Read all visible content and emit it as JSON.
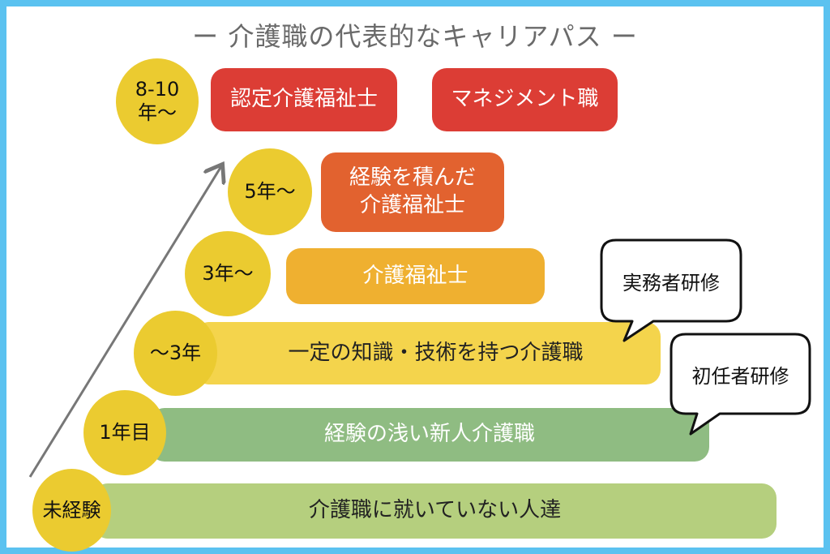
{
  "title": "ー 介護職の代表的なキャリアパス ー",
  "levels": [
    {
      "period": "8-10\n年〜",
      "roles": [
        "認定介護福祉士",
        "マネジメント職"
      ]
    },
    {
      "period": "5年〜",
      "roles": [
        "経験を積んだ\n介護福祉士"
      ]
    },
    {
      "period": "3年〜",
      "roles": [
        "介護福祉士"
      ]
    },
    {
      "period": "〜3年",
      "roles": [
        "一定の知識・技術を持つ介護職"
      ]
    },
    {
      "period": "1年目",
      "roles": [
        "経験の浅い新人介護職"
      ]
    },
    {
      "period": "未経験",
      "roles": [
        "介護職に就いていない人達"
      ]
    }
  ],
  "callouts": [
    "実務者研修",
    "初任者研修"
  ],
  "colors": {
    "border": "#5bc2f0",
    "circle": "#ebcb30",
    "red": "#dc3d35",
    "orange": "#e2622f",
    "amber": "#efb030",
    "yellow": "#f4d44c",
    "green": "#8fbc82",
    "lime": "#b5cf7e"
  }
}
